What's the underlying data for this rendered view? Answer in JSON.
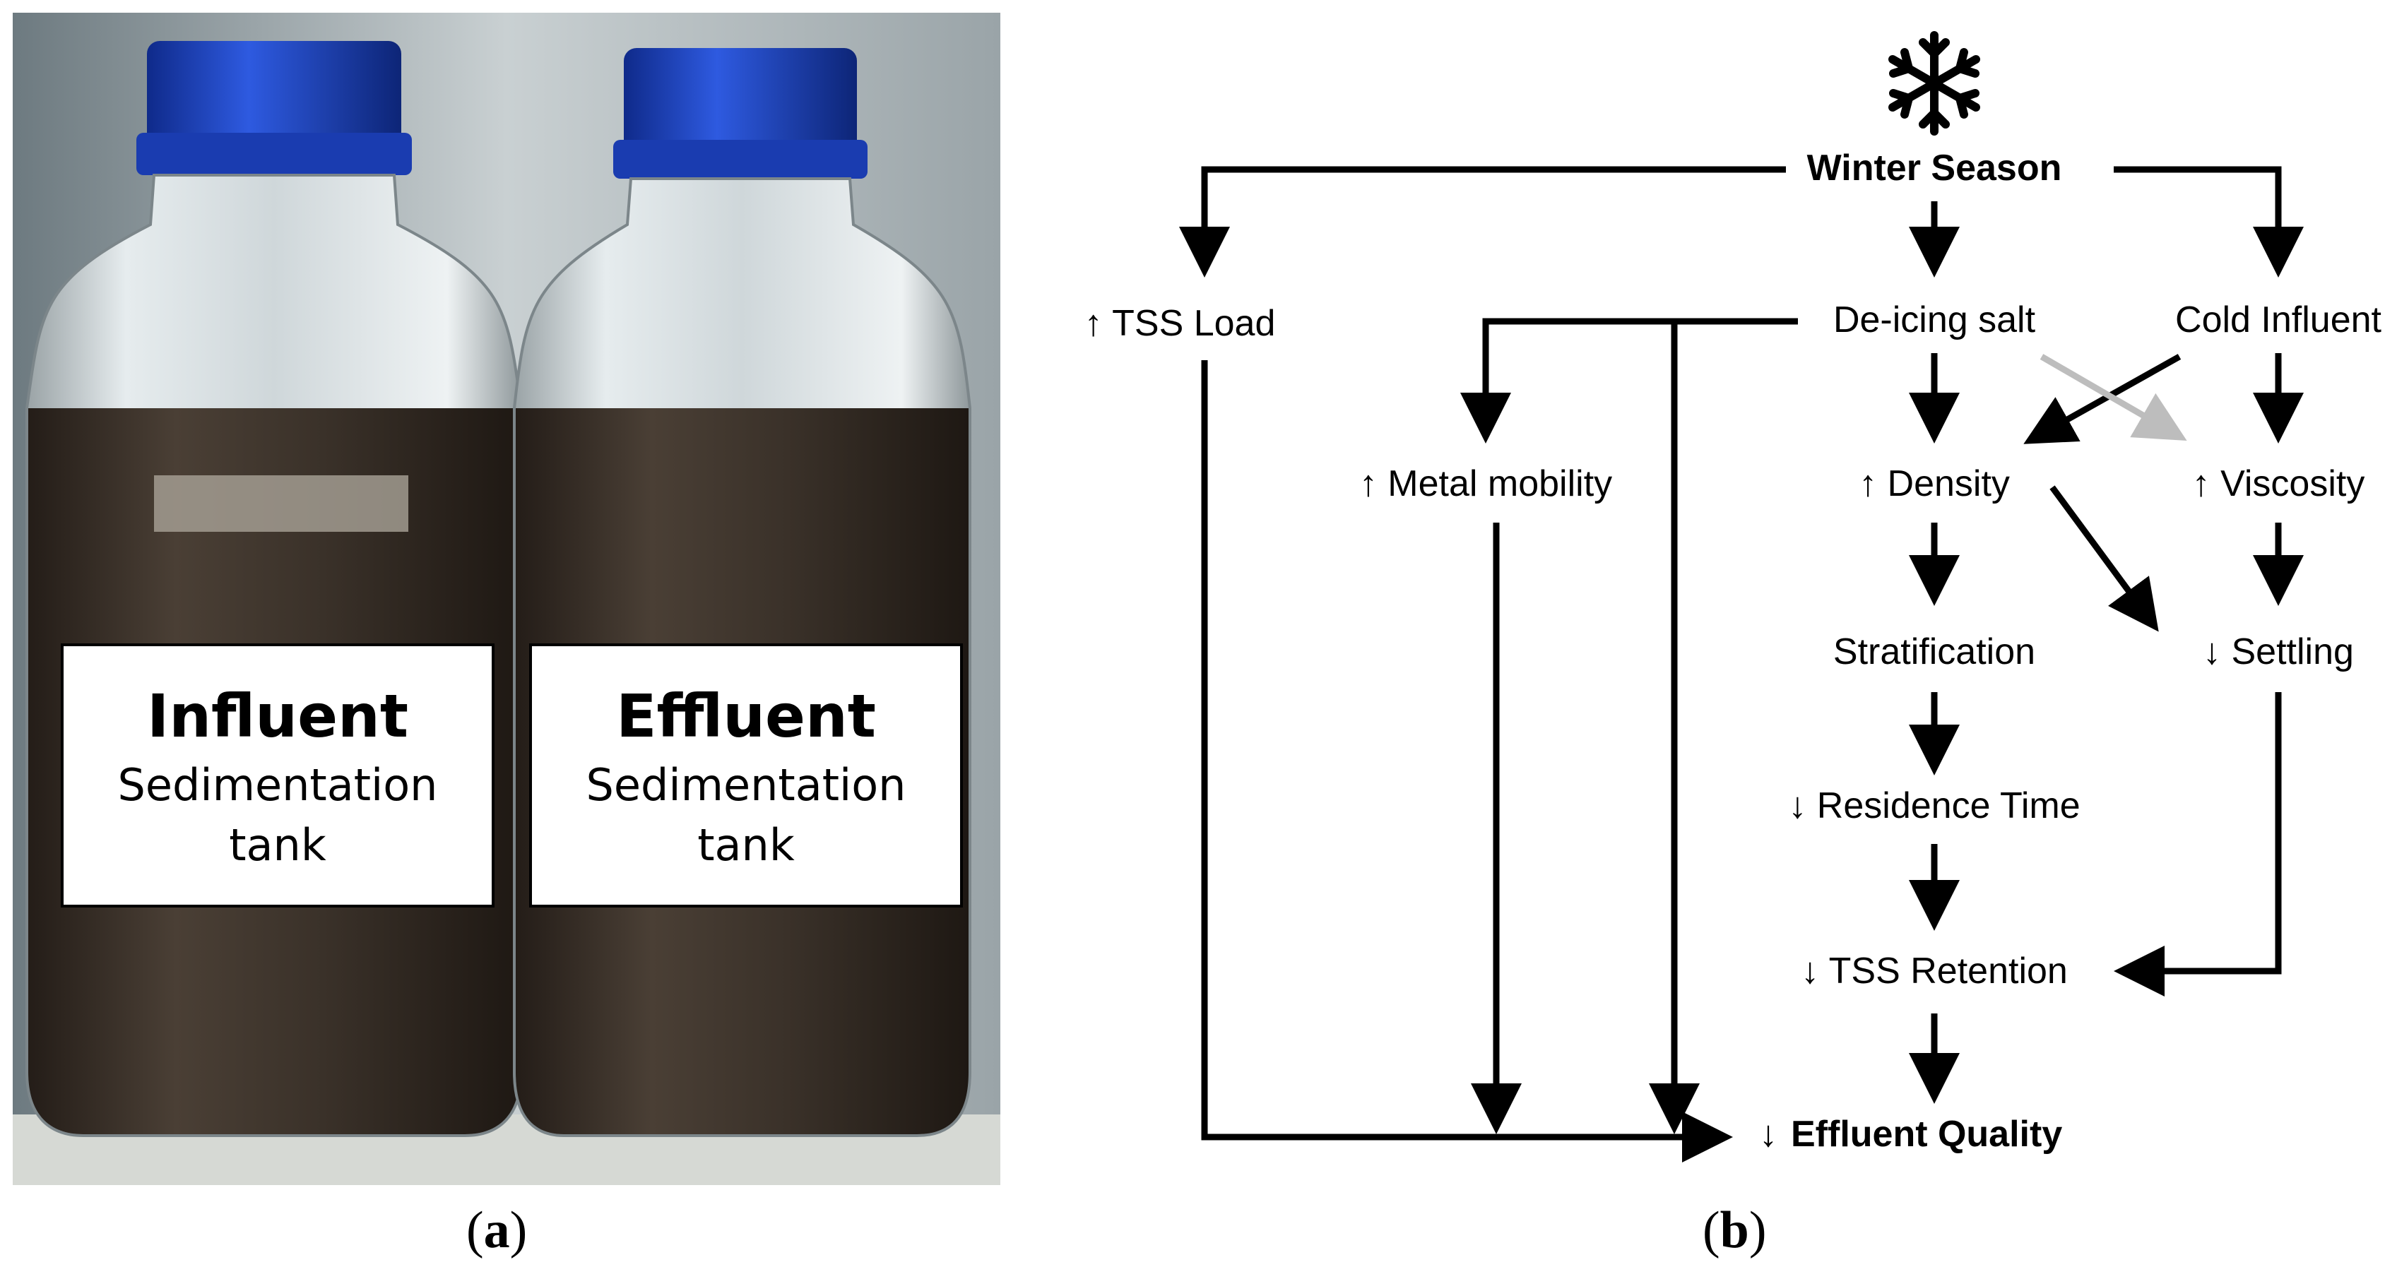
{
  "photo": {
    "left_bottle": {
      "title": "Influent",
      "line1": "Sedimentation",
      "line2": "tank"
    },
    "right_bottle": {
      "title": "Effluent",
      "line1": "Sedimentation",
      "line2": "tank"
    },
    "cap_color": "#1f46c8",
    "liquid_color": "#3a3129"
  },
  "panel_labels": {
    "a": "a",
    "b": "b"
  },
  "diagram": {
    "icon": "snowflake-icon",
    "nodes": {
      "winter_season": "Winter Season",
      "tss_load": "↑ TSS Load",
      "deicing_salt": "De-icing salt",
      "cold_influent": "Cold Influent",
      "metal_mobility": "↑ Metal mobility",
      "density": "↑ Density",
      "viscosity": "↑ Viscosity",
      "stratification": "Stratification",
      "settling": "↓ Settling",
      "residence_time": "↓ Residence Time",
      "tss_retention": "↓ TSS Retention",
      "effluent_quality_arrow": "↓",
      "effluent_quality": "Effluent Quality"
    },
    "gray_arrow_color": "#bdbdbd",
    "arrow_color": "#000000"
  }
}
